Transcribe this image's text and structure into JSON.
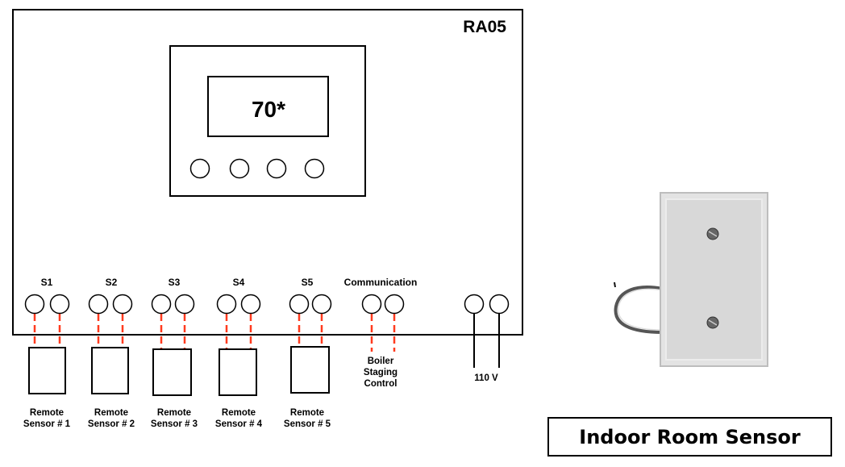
{
  "controller": {
    "model": "RA05",
    "display_value": "70*",
    "button_count": 4
  },
  "terminals": [
    {
      "label": "S1",
      "device": [
        "Remote",
        "Sensor # 1"
      ],
      "wire": "dashed"
    },
    {
      "label": "S2",
      "device": [
        "Remote",
        "Sensor # 2"
      ],
      "wire": "dashed"
    },
    {
      "label": "S3",
      "device": [
        "Remote",
        "Sensor # 3"
      ],
      "wire": "dashed"
    },
    {
      "label": "S4",
      "device": [
        "Remote",
        "Sensor # 4"
      ],
      "wire": "dashed"
    },
    {
      "label": "S5",
      "device": [
        "Remote",
        "Sensor # 5"
      ],
      "wire": "dashed"
    },
    {
      "label": "Communication",
      "device": [
        "Boiler",
        "Staging",
        "Control"
      ],
      "wire": "dashed"
    },
    {
      "label": "",
      "device": [
        "110 V"
      ],
      "wire": "solid"
    }
  ],
  "colors": {
    "wire_dashed": "#ff3b1f",
    "outline": "#000000"
  },
  "sensor_photo": {
    "caption": "Indoor Room Sensor"
  }
}
